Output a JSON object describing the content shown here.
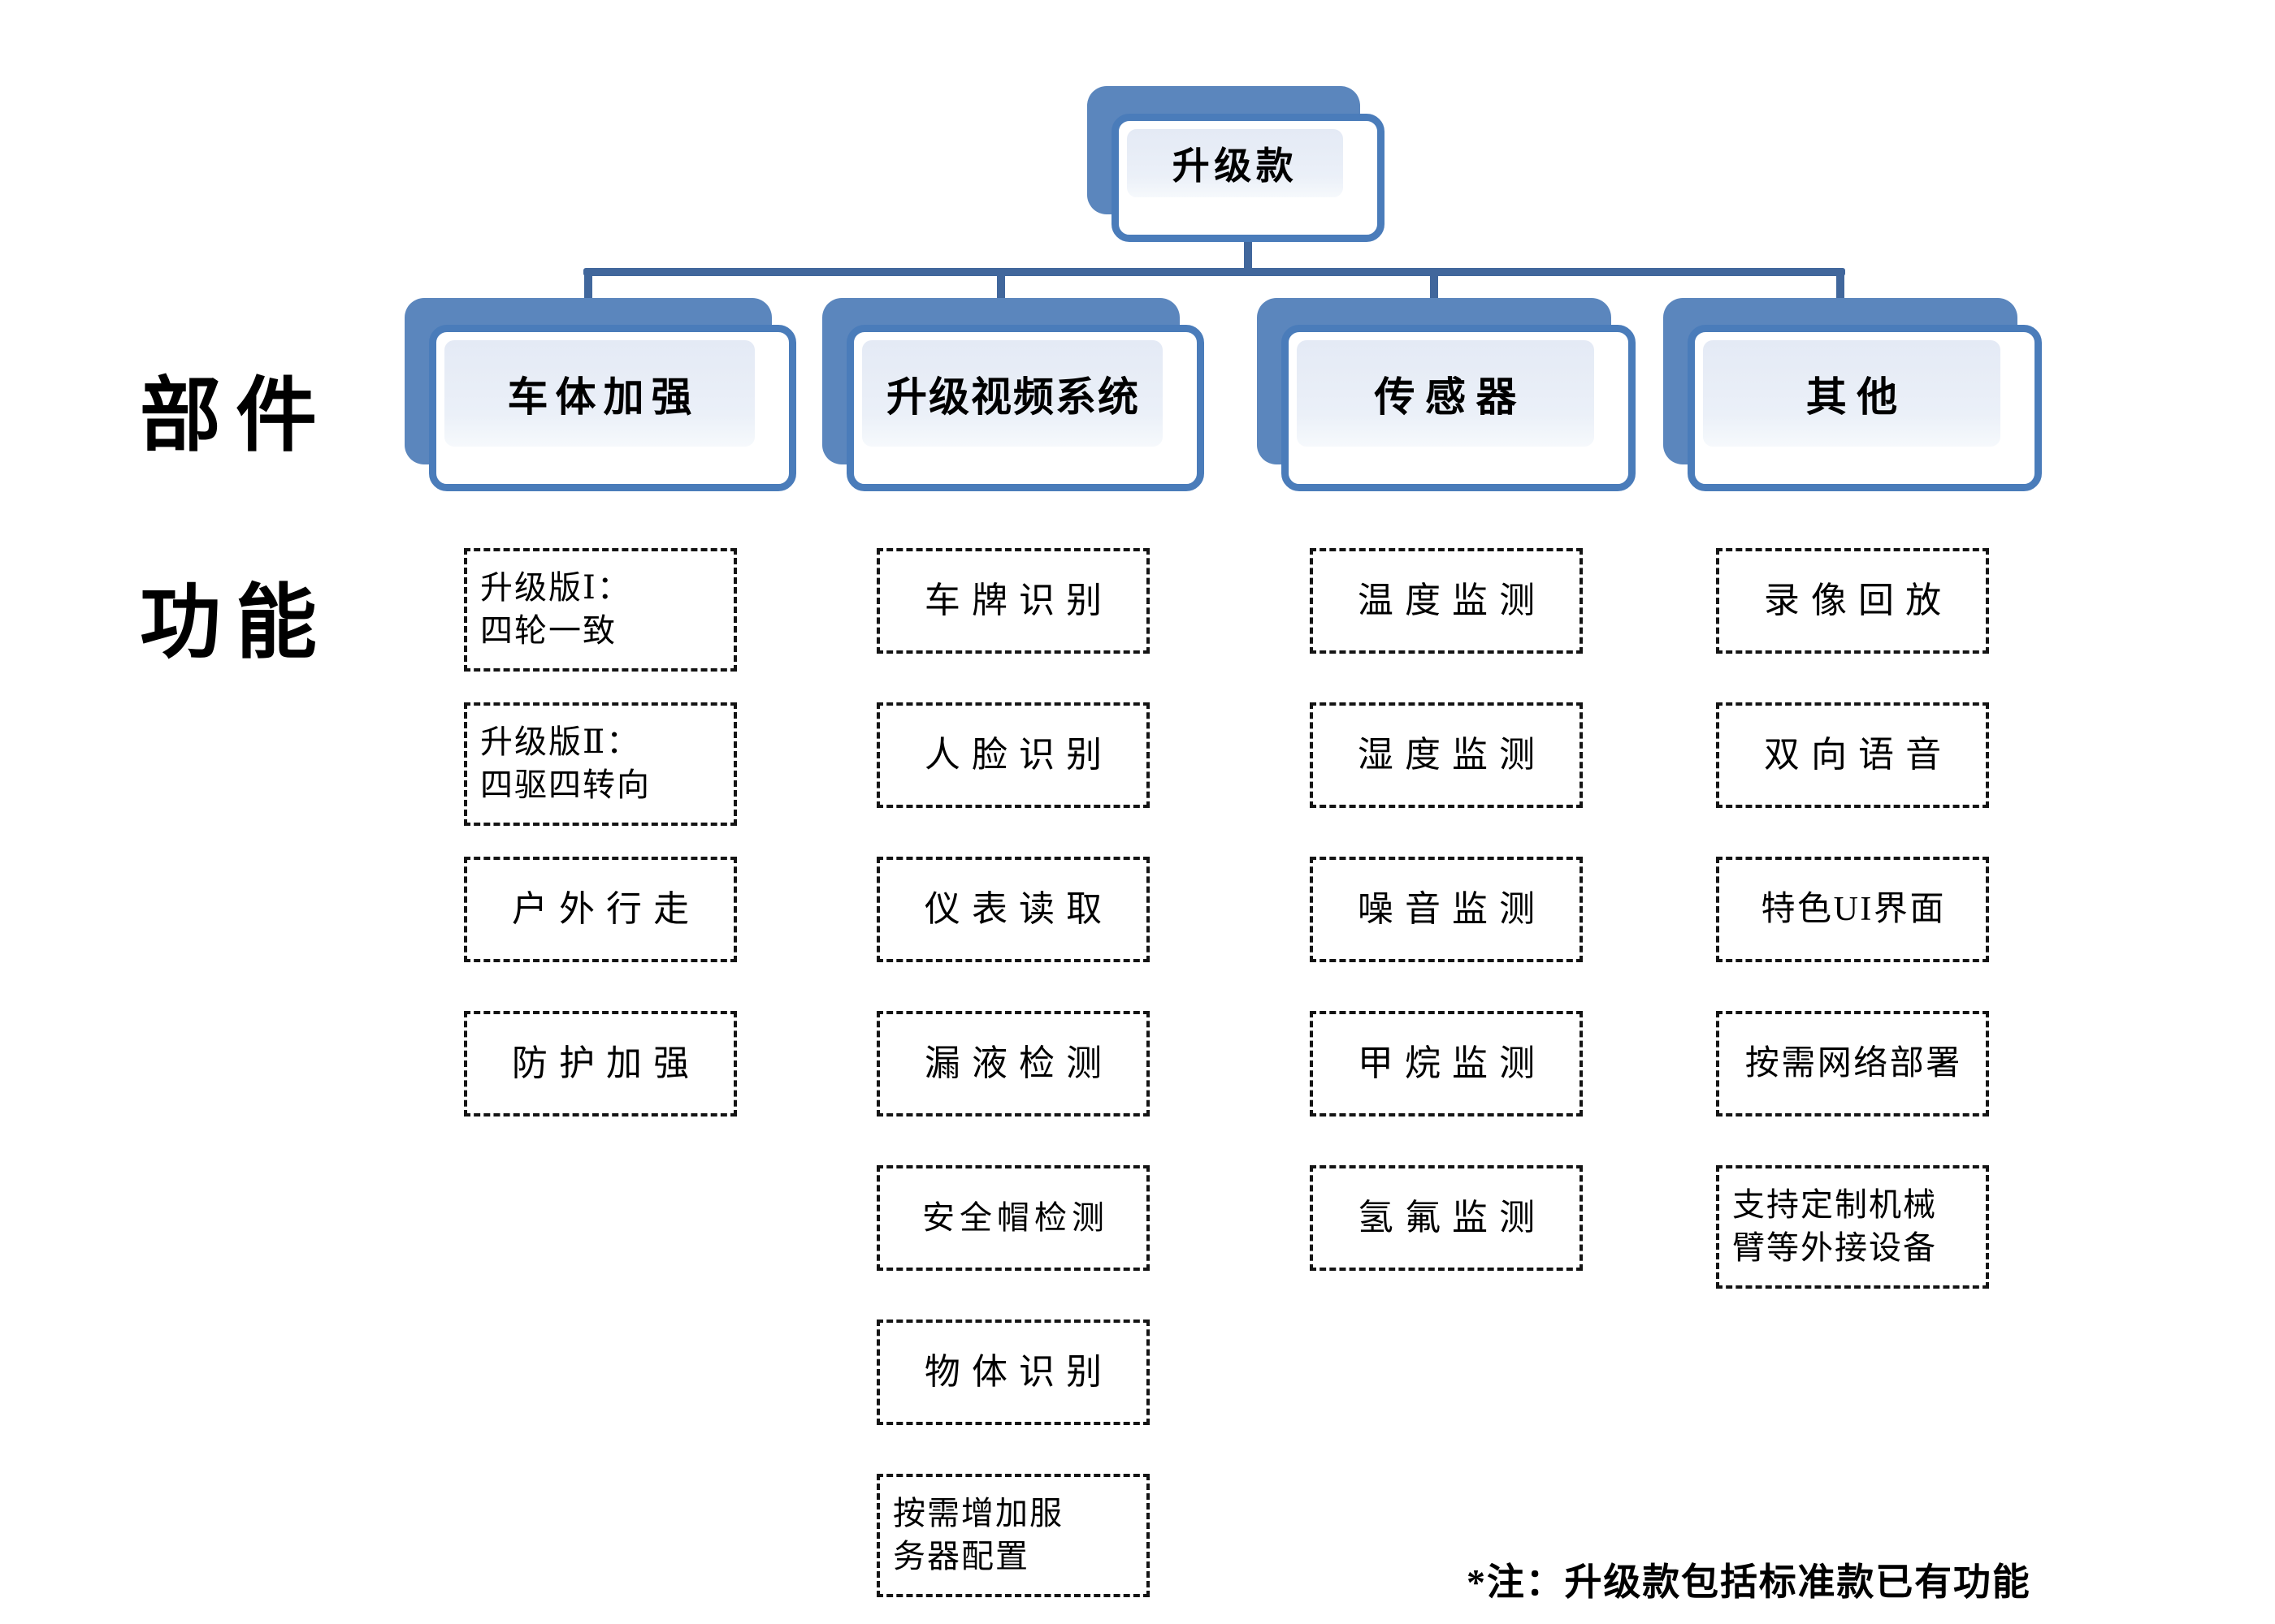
{
  "labels": {
    "parts": "部件",
    "functions": "功能"
  },
  "root": {
    "label": "升级款"
  },
  "categories": [
    {
      "label": "车体加强",
      "features": [
        [
          "升级版Ⅰ：",
          "四轮一致"
        ],
        [
          "升级版Ⅱ：",
          "四驱四转向"
        ],
        [
          "户外行走"
        ],
        [
          "防护加强"
        ]
      ]
    },
    {
      "label": "升级视频系统",
      "features": [
        [
          "车牌识别"
        ],
        [
          "人脸识别"
        ],
        [
          "仪表读取"
        ],
        [
          "漏液检测"
        ],
        [
          "安全帽检测"
        ],
        [
          "物体识别"
        ],
        [
          "按需增加服",
          "务器配置"
        ]
      ]
    },
    {
      "label": "传感器",
      "features": [
        [
          "温度监测"
        ],
        [
          "湿度监测"
        ],
        [
          "噪音监测"
        ],
        [
          "甲烷监测"
        ],
        [
          "氢氟监测"
        ]
      ]
    },
    {
      "label": "其他",
      "features": [
        [
          "录像回放"
        ],
        [
          "双向语音"
        ],
        [
          "特色UI界面"
        ],
        [
          "按需网络部署"
        ],
        [
          "支持定制机械",
          "臂等外接设备"
        ]
      ]
    }
  ],
  "note": "*注：升级款包括标准款已有功能",
  "colors": {
    "node_border": "#4a7cba",
    "node_shadow": "#5b86bd",
    "connector": "#41679c",
    "panel_fill": "#e8eef7",
    "dash": "#141414"
  }
}
